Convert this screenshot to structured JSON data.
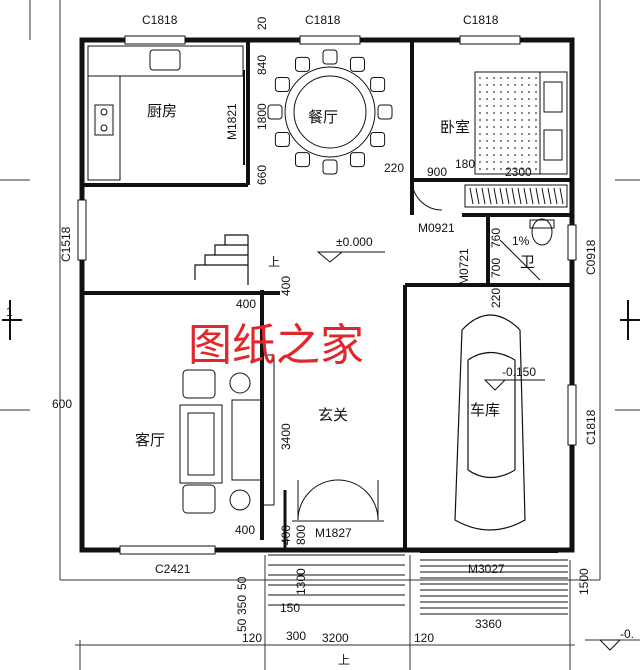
{
  "rooms": {
    "kitchen": "厨房",
    "dining": "餐厅",
    "bedroom": "卧室",
    "bath": "卫",
    "living": "客厅",
    "foyer": "玄关",
    "garage": "车库"
  },
  "windows": {
    "top_left": "C1818",
    "top_mid": "C1818",
    "top_right": "C1818",
    "left": "C1518",
    "right_bath": "C0918",
    "right_garage": "C1818",
    "bottom": "C2421"
  },
  "doors": {
    "kitchen": "M1821",
    "bedroom": "M0921",
    "bath": "M0721",
    "entry": "M1827",
    "garage": "M3027"
  },
  "levels": {
    "main": "±0.000",
    "garage": "-0.150",
    "edge": "-0."
  },
  "slope": "1%",
  "stair_up": "上",
  "stair_up_bottom": "上",
  "section_mark": "1",
  "watermark": "图纸之家",
  "dims": {
    "d20": "20",
    "d840": "840",
    "d1800": "1800",
    "d660": "660",
    "d220a": "220",
    "d900": "900",
    "d180": "180",
    "d2300": "2300",
    "d760": "760",
    "d700": "700",
    "d220b": "220",
    "d400a": "400",
    "d400b": "400",
    "d600": "600",
    "d3400": "3400",
    "d400c": "400",
    "d400d": "400",
    "d800": "800",
    "d1300": "1300",
    "d1500": "1500",
    "d50a": "50",
    "d350": "350",
    "d50b": "50",
    "d150": "150",
    "d300": "300",
    "d120a": "120",
    "d3200": "3200",
    "d120b": "120",
    "d3360": "3360"
  }
}
